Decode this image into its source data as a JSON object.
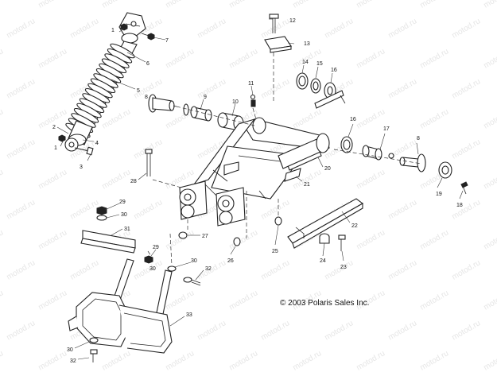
{
  "watermark": "motod.ru",
  "copyright": "© 2003 Polaris Sales Inc.",
  "callouts": [
    "1",
    "2",
    "3",
    "4",
    "5",
    "6",
    "7",
    "8",
    "9",
    "10",
    "11",
    "12",
    "13",
    "14",
    "15",
    "16",
    "17",
    "18",
    "19",
    "20",
    "21",
    "22",
    "23",
    "24",
    "25",
    "26",
    "27",
    "28",
    "29",
    "30",
    "31",
    "32",
    "33"
  ],
  "diagram": {
    "callout_numbers": [
      "1",
      "2",
      "3",
      "4",
      "5",
      "6",
      "7",
      "8",
      "9",
      "10",
      "11",
      "12",
      "13",
      "14",
      "15",
      "16",
      "16",
      "17",
      "8",
      "19",
      "18",
      "20",
      "21",
      "22",
      "23",
      "24",
      "25",
      "26",
      "27",
      "28",
      "29",
      "30",
      "31",
      "29",
      "30",
      "32",
      "33",
      "30",
      "32"
    ]
  }
}
